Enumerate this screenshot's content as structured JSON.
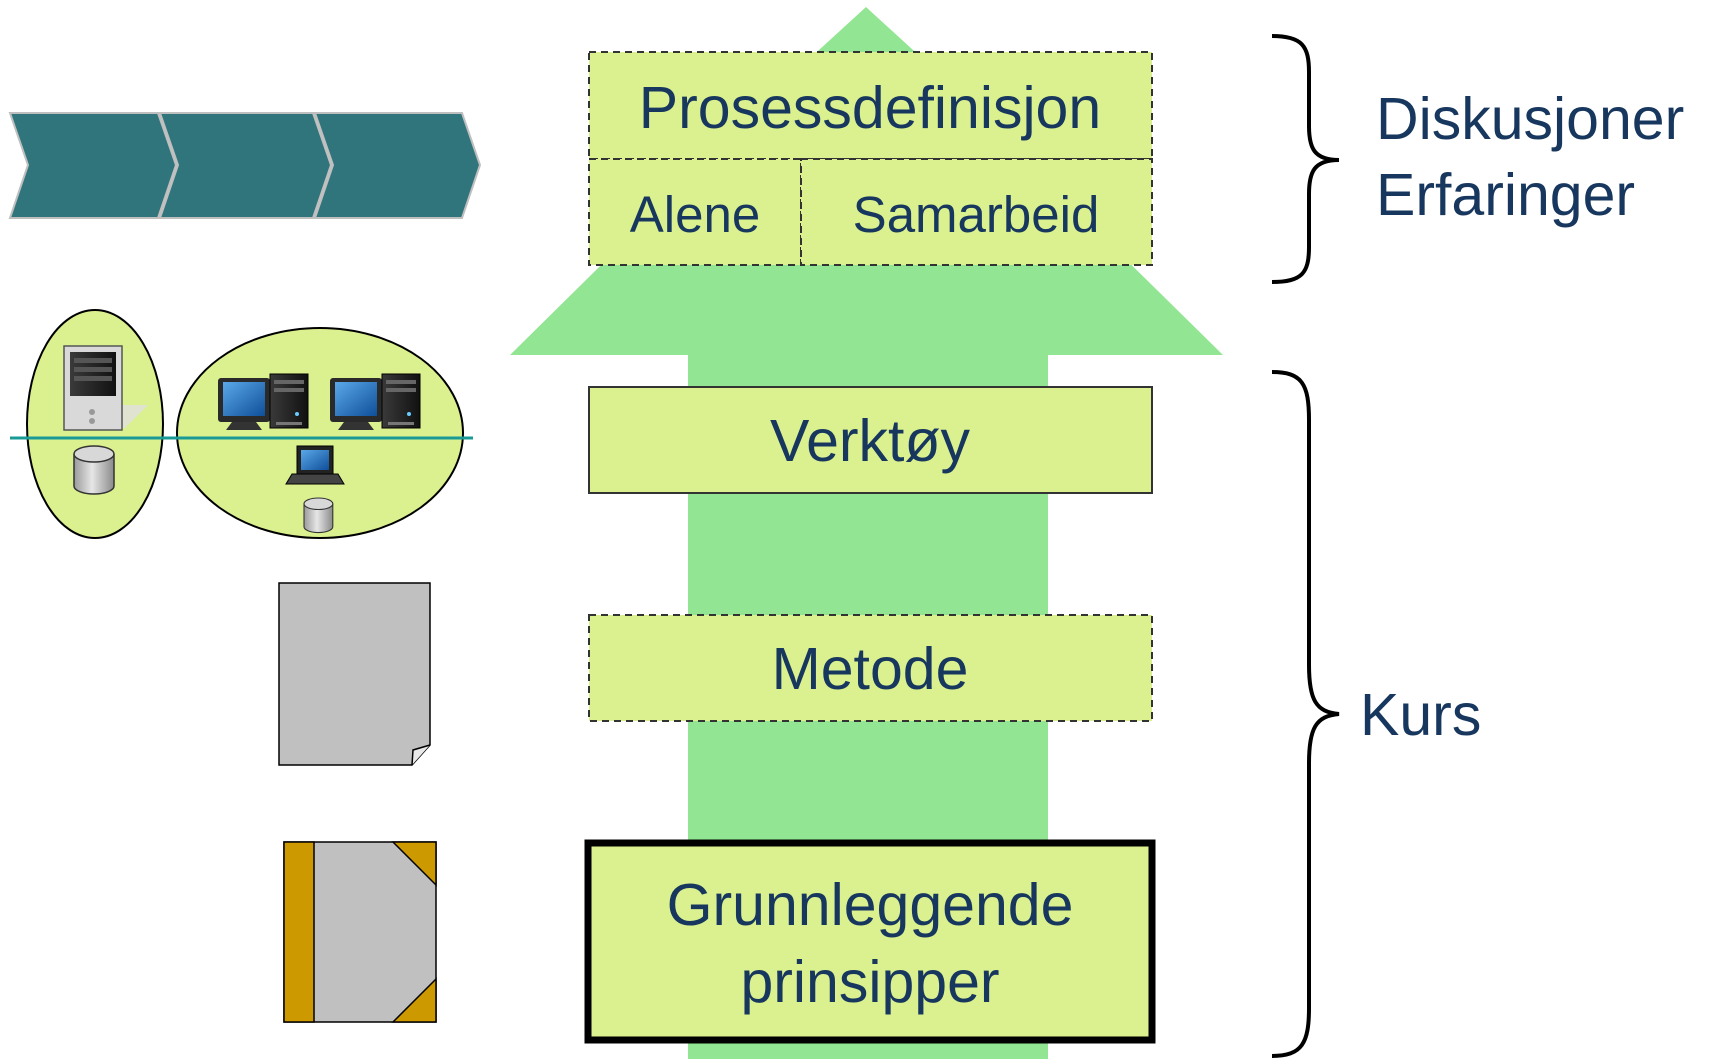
{
  "colors": {
    "arrow": "#92e592",
    "box_fill": "#dbf08e",
    "text": "#17375e",
    "chevron": "#31757c",
    "ellipse": "#dbf08e",
    "network_line": "#1a9a94",
    "document": "#c0c0c0",
    "binder_spine": "#cc9900"
  },
  "top_layer": {
    "title": "Prosessdefinisjon",
    "left_cell": "Alene",
    "right_cell": "Samarbeid"
  },
  "layers": {
    "tools": "Verktøy",
    "method": "Metode",
    "principles_line1": "Grunnleggende",
    "principles_line2": "prinsipper"
  },
  "right_labels": {
    "upper_line1": "Diskusjoner",
    "upper_line2": "Erfaringer",
    "lower": "Kurs"
  },
  "icons": {
    "process_chain": "process-chevron-icon",
    "standalone_system": "server-database-icon",
    "networked_system": "networked-computers-icon",
    "document": "document-icon",
    "binder": "binder-book-icon"
  }
}
